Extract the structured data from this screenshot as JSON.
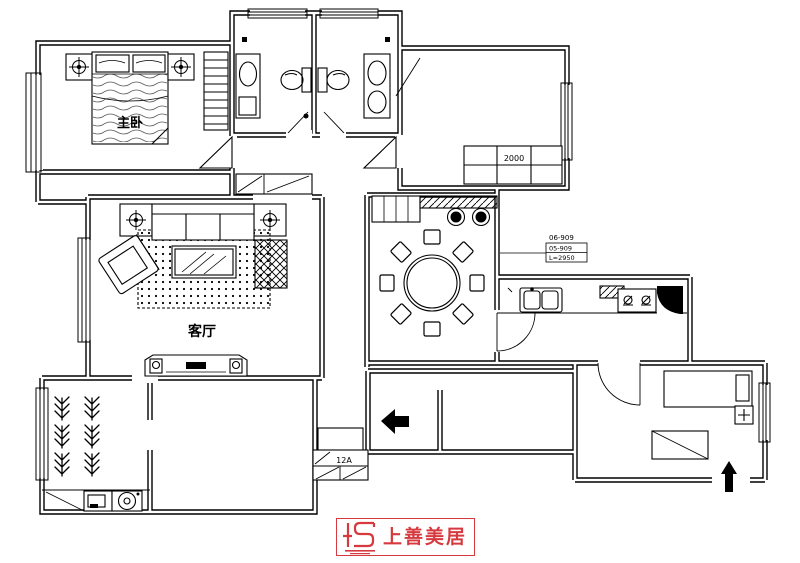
{
  "meta": {
    "drawing_type": "apartment floor plan",
    "background_color": "#ffffff",
    "line_color": "#000000"
  },
  "rooms": {
    "master_bedroom": {
      "label": "主卧"
    },
    "living_room": {
      "label": "客厅"
    }
  },
  "annotations": {
    "wardrobe_dimension": "2000",
    "shaft_label": "12A",
    "callout": {
      "line1": "06-909",
      "line2": "05-909",
      "line3": "L=2950"
    }
  },
  "symbols": {
    "entrance_arrow": "up-arrow",
    "path_arrow": "left-arrow"
  },
  "logo": {
    "text": "上善美居",
    "color": "#d63a3f"
  }
}
